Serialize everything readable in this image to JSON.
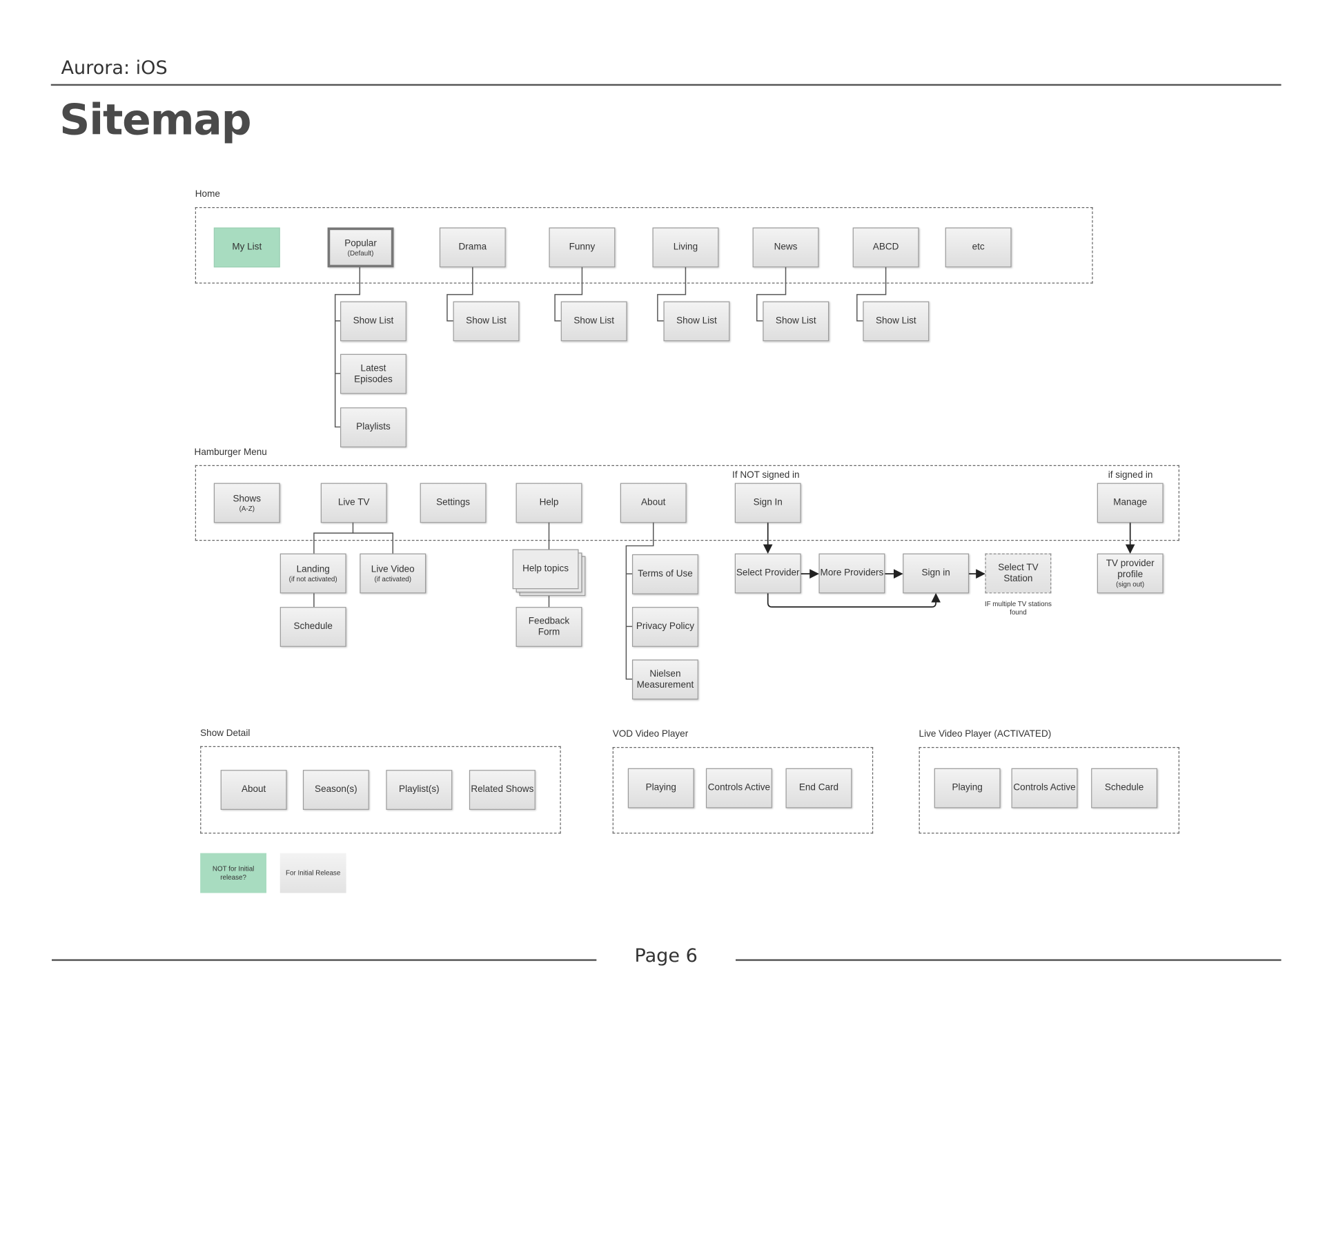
{
  "header": {
    "doc_title": "Aurora: iOS",
    "heading": "Sitemap"
  },
  "home": {
    "label": "Home",
    "tabs": [
      {
        "label": "My List"
      },
      {
        "label": "Popular",
        "sub": "(Default)"
      },
      {
        "label": "Drama"
      },
      {
        "label": "Funny"
      },
      {
        "label": "Living"
      },
      {
        "label": "News"
      },
      {
        "label": "ABCD"
      },
      {
        "label": "etc"
      }
    ],
    "popular_children": [
      "Show List",
      "Latest Episodes",
      "Playlists"
    ],
    "show_list": "Show List"
  },
  "hamburger": {
    "label": "Hamburger Menu",
    "items": [
      {
        "label": "Shows",
        "sub": "(A-Z)"
      },
      {
        "label": "Live TV"
      },
      {
        "label": "Settings"
      },
      {
        "label": "Help"
      },
      {
        "label": "About"
      },
      {
        "label": "Sign In"
      },
      {
        "label": "Manage"
      }
    ],
    "cond_not_signed": "If NOT signed in",
    "cond_signed": "if signed in",
    "landing": {
      "label": "Landing",
      "sub": "(if not activated)"
    },
    "live_video": {
      "label": "Live Video",
      "sub": "(if activated)"
    },
    "schedule": "Schedule",
    "help_topics": "Help topics",
    "feedback_form": "Feedback Form",
    "terms": "Terms of Use",
    "privacy": "Privacy Policy",
    "nielsen": "Nielsen Measurement",
    "select_provider": "Select Provider",
    "more_providers": "More Providers",
    "sign_in": "Sign in",
    "select_tv_station": "Select TV Station",
    "multiple_note": "IF multiple TV stations found",
    "tv_provider_profile": {
      "label": "TV provider profile",
      "sub": "(sign out)"
    }
  },
  "show_detail": {
    "label": "Show Detail",
    "items": [
      "About",
      "Season(s)",
      "Playlist(s)",
      "Related Shows"
    ]
  },
  "vod_player": {
    "label": "VOD Video Player",
    "items": [
      "Playing",
      "Controls Active",
      "End Card"
    ]
  },
  "live_player": {
    "label": "Live Video Player (ACTIVATED)",
    "items": [
      "Playing",
      "Controls Active",
      "Schedule"
    ]
  },
  "legend": {
    "not_initial": "NOT for Initial release?",
    "initial": "For Initial Release"
  },
  "footer": {
    "page": "Page 6"
  },
  "colors": {
    "green": "#a8dcc0",
    "box_gray": "#e6e6e6",
    "line": "#555555"
  }
}
